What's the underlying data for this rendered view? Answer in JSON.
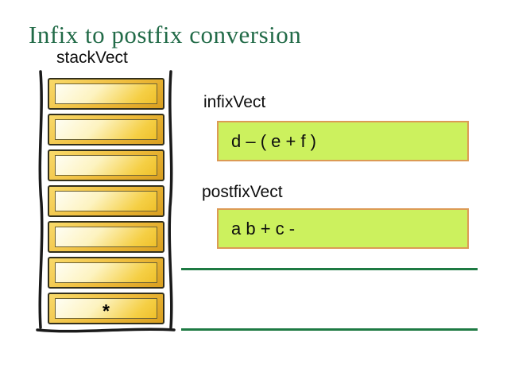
{
  "slide": {
    "title": "Infix to postfix conversion"
  },
  "stack": {
    "label": "stackVect",
    "cells": [
      "",
      "",
      "",
      "",
      "",
      "",
      "*"
    ]
  },
  "infix": {
    "label": "infixVect",
    "value": "d – ( e + f )"
  },
  "postfix": {
    "label": "postfixVect",
    "value": "a b + c -"
  },
  "rules": {
    "count": 2
  },
  "colors": {
    "title_green": "#226b48",
    "rule_green": "#1e7a43",
    "vector_fill": "#ccf15e",
    "vector_border": "#dc9a55",
    "gold_frame": "#eebb3a",
    "gold_face_light": "#fffef4",
    "gold_face_deep": "#efc02a",
    "sketch_outline": "#1a1a1a"
  }
}
